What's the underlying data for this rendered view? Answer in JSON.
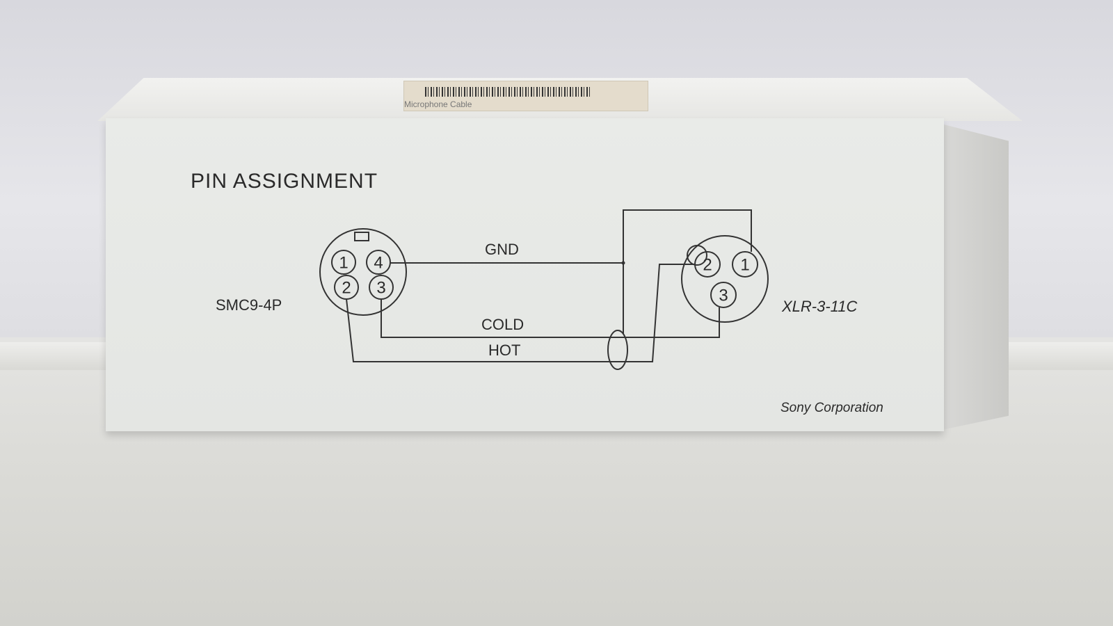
{
  "title": "PIN ASSIGNMENT",
  "left_connector": {
    "name": "SMC9-4P",
    "pins": [
      "1",
      "4",
      "2",
      "3"
    ]
  },
  "right_connector": {
    "name": "XLR-3-11C",
    "pins": [
      "2",
      "1",
      "3"
    ]
  },
  "wires": {
    "gnd": "GND",
    "cold": "COLD",
    "hot": "HOT"
  },
  "brand": "Sony  Corporation",
  "sticker": {
    "text": "Microphone Cable"
  }
}
